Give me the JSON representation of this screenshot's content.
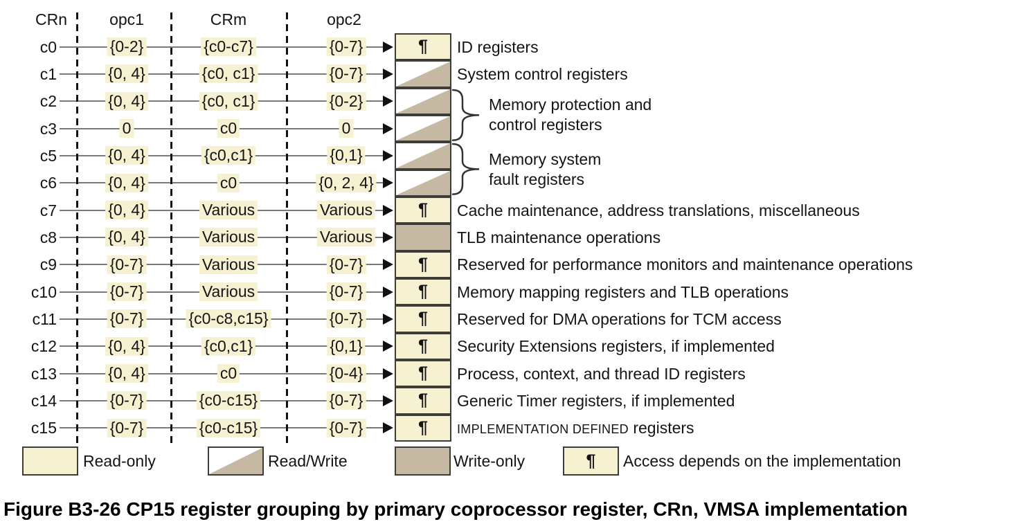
{
  "columns": [
    "CRn",
    "opc1",
    "CRm",
    "opc2"
  ],
  "symbols": {
    "para": "¶"
  },
  "colors": {
    "cream": "#F6F1D0",
    "tan": "#C6B9A4"
  },
  "rows": [
    {
      "crn": "c0",
      "opc1": "{0-2}",
      "crm": "{c0-c7}",
      "opc2": "{0-7}",
      "box": "para",
      "desc": "ID registers"
    },
    {
      "crn": "c1",
      "opc1": "{0, 4}",
      "crm": "{c0, c1}",
      "opc2": "{0-7}",
      "box": "rw",
      "desc": "System control registers"
    },
    {
      "crn": "c2",
      "opc1": "{0, 4}",
      "crm": "{c0, c1}",
      "opc2": "{0-2}",
      "box": "rw",
      "desc": ""
    },
    {
      "crn": "c3",
      "opc1": "0",
      "crm": "c0",
      "opc2": "0",
      "box": "rw",
      "desc": ""
    },
    {
      "crn": "c5",
      "opc1": "{0, 4}",
      "crm": "{c0,c1}",
      "opc2": "{0,1}",
      "box": "rw",
      "desc": ""
    },
    {
      "crn": "c6",
      "opc1": "{0, 4}",
      "crm": "c0",
      "opc2": "{0, 2, 4}",
      "box": "rw",
      "desc": ""
    },
    {
      "crn": "c7",
      "opc1": "{0, 4}",
      "crm": "Various",
      "opc2": "Various",
      "box": "para",
      "desc": "Cache maintenance, address translations, miscellaneous"
    },
    {
      "crn": "c8",
      "opc1": "{0, 4}",
      "crm": "Various",
      "opc2": "Various",
      "box": "wo",
      "desc": "TLB maintenance operations"
    },
    {
      "crn": "c9",
      "opc1": "{0-7}",
      "crm": "Various",
      "opc2": "{0-7}",
      "box": "para",
      "desc": "Reserved for performance monitors and maintenance operations"
    },
    {
      "crn": "c10",
      "opc1": "{0-7}",
      "crm": "Various",
      "opc2": "{0-7}",
      "box": "para",
      "desc": "Memory mapping registers and TLB operations"
    },
    {
      "crn": "c11",
      "opc1": "{0-7}",
      "crm": "{c0-c8,c15}",
      "opc2": "{0-7}",
      "box": "para",
      "desc": "Reserved for DMA operations for TCM access"
    },
    {
      "crn": "c12",
      "opc1": "{0, 4}",
      "crm": "{c0,c1}",
      "opc2": "{0,1}",
      "box": "para",
      "desc": "Security Extensions registers, if implemented"
    },
    {
      "crn": "c13",
      "opc1": "{0, 4}",
      "crm": "c0",
      "opc2": "{0-4}",
      "box": "para",
      "desc": "Process, context, and thread ID registers"
    },
    {
      "crn": "c14",
      "opc1": "{0-7}",
      "crm": "{c0-c15}",
      "opc2": "{0-7}",
      "box": "para",
      "desc": "Generic Timer registers, if implemented"
    },
    {
      "crn": "c15",
      "opc1": "{0-7}",
      "crm": "{c0-c15}",
      "opc2": "{0-7}",
      "box": "para",
      "desc_caps": "IMPLEMENTATION DEFINED",
      "desc": "registers"
    }
  ],
  "groups": [
    {
      "rows": [
        2,
        3
      ],
      "lines": [
        "Memory protection and",
        "control registers"
      ]
    },
    {
      "rows": [
        4,
        5
      ],
      "lines": [
        "Memory system",
        "fault registers"
      ]
    }
  ],
  "legend": [
    {
      "type": "ro",
      "label": "Read-only"
    },
    {
      "type": "rw",
      "label": "Read/Write"
    },
    {
      "type": "wo",
      "label": "Write-only"
    },
    {
      "type": "para",
      "label": "Access depends on the implementation"
    }
  ],
  "caption": "Figure B3-26 CP15 register grouping by primary coprocessor register, CRn, VMSA implementation"
}
